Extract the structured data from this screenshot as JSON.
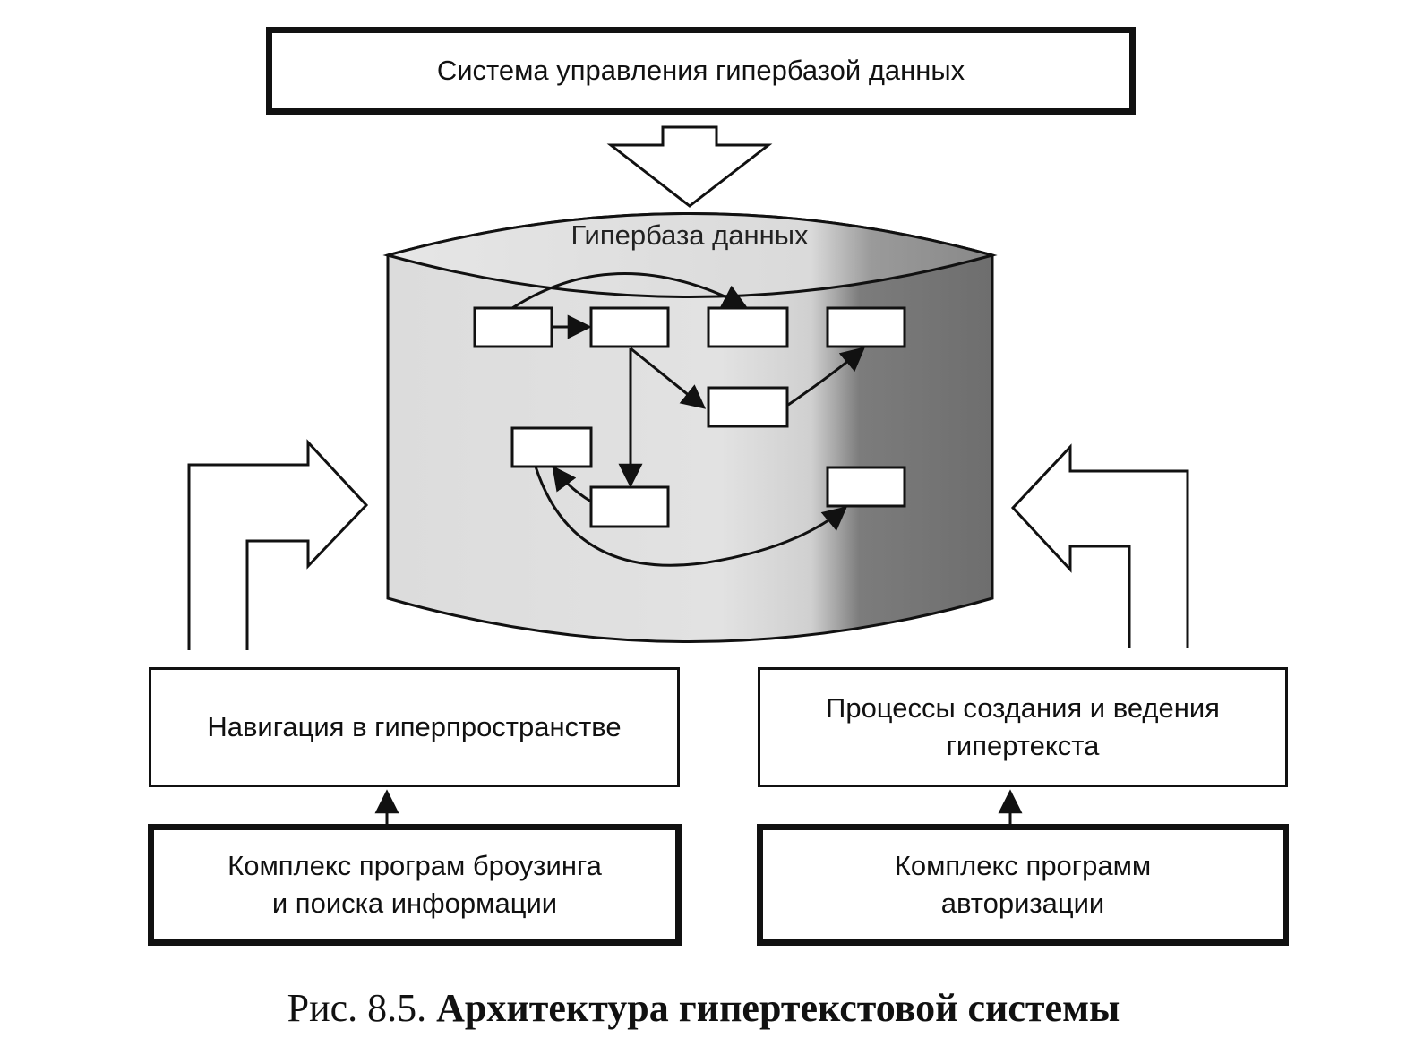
{
  "top_box": {
    "label": "Система управления гипербазой данных"
  },
  "database": {
    "label": "Гипербаза данных"
  },
  "left_mid_box": {
    "label": "Навигация в гиперпространстве"
  },
  "right_mid_box": {
    "line1": "Процессы создания и ведения",
    "line2": "гипертекста"
  },
  "left_bottom_box": {
    "line1": "Комплекс програм броузинга",
    "line2": "и поиска информации"
  },
  "right_bottom_box": {
    "line1": "Комплекс программ",
    "line2": "авторизации"
  },
  "caption": {
    "number": "Рис. 8.5.",
    "title": "Архитектура гипертекстовой системы"
  }
}
